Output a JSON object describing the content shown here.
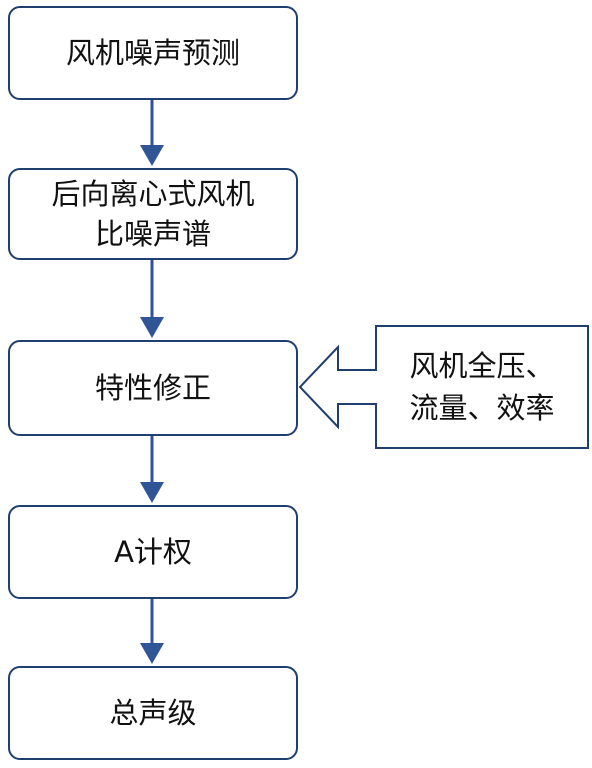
{
  "diagram": {
    "steps": [
      {
        "lines": [
          "风机噪声预测"
        ]
      },
      {
        "lines": [
          "后向离心式风机",
          "比噪声谱"
        ]
      },
      {
        "lines": [
          "特性修正"
        ]
      },
      {
        "lines": [
          "A计权"
        ]
      },
      {
        "lines": [
          "总声级"
        ]
      }
    ],
    "side_input": {
      "lines": [
        "风机全压、",
        "流量、效率"
      ]
    },
    "colors": {
      "border": "#1f3f6e",
      "arrow": "#2f5597"
    }
  }
}
